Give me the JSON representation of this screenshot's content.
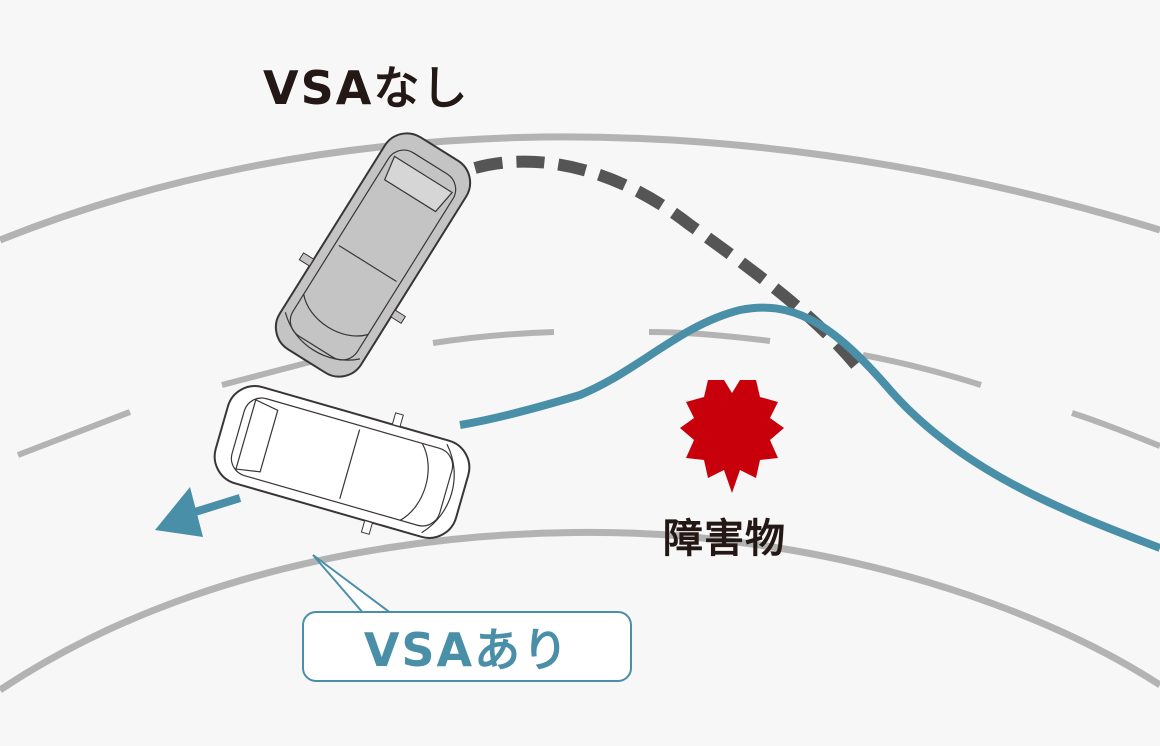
{
  "labels": {
    "without_vsa": "VSAなし",
    "with_vsa": "VSAあり",
    "obstacle": "障害物"
  },
  "colors": {
    "background": "#f7f7f7",
    "road_line": "#b3b3b3",
    "vsa_path": "#4a8fa8",
    "no_vsa_path": "#555555",
    "obstacle": "#c8000b",
    "text_dark": "#231815",
    "car_gray_fill": "#c4c4c4",
    "car_white_fill": "#ffffff",
    "car_outline": "#3a3535"
  },
  "icons": {
    "obstacle_icon": "starburst",
    "vsa_arrow": "arrow-left"
  }
}
